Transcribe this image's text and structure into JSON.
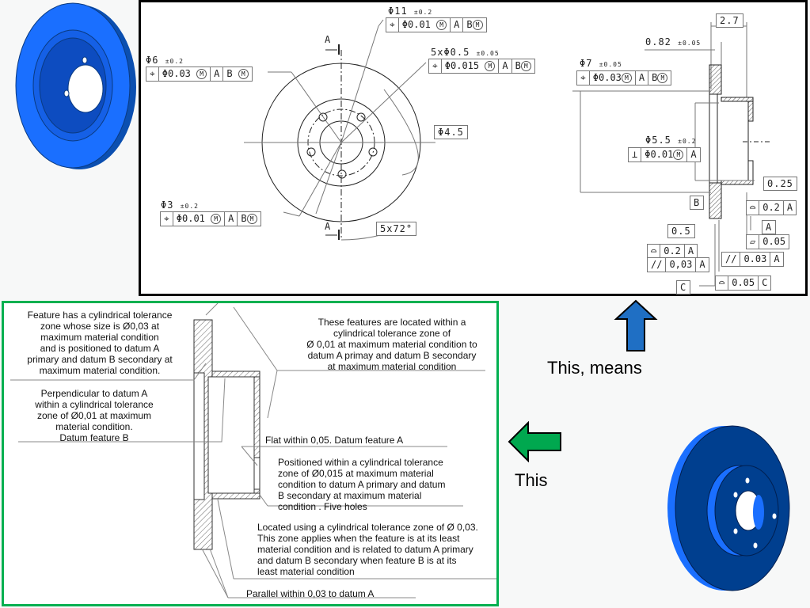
{
  "drawing": {
    "front_view": {
      "section_label_top": "A",
      "section_label_bottom": "A",
      "fcf_hole11": {
        "size": "Φ11",
        "tol": "±0.2",
        "symbol": "⌖",
        "tolerance": "Φ0.01",
        "modifier": "M",
        "datums": [
          "A",
          "B"
        ],
        "datum_b_modifier": "M"
      },
      "fcf_hole6": {
        "size": "Φ6",
        "tol": "±0.2",
        "symbol": "⌖",
        "tolerance": "Φ0.03",
        "modifier": "M",
        "datums": [
          "A",
          "B"
        ],
        "datum_b_modifier": "M"
      },
      "fcf_five_holes": {
        "size": "5xΦ0.5",
        "tol": "±0.05",
        "symbol": "⌖",
        "tolerance": "Φ0.015",
        "modifier": "M",
        "datums": [
          "A",
          "B"
        ],
        "datum_b_modifier": "M"
      },
      "fcf_hole3": {
        "size": "Φ3",
        "tol": "±0.2",
        "symbol": "⌖",
        "tolerance": "Φ0.01",
        "modifier": "M",
        "datums": [
          "A",
          "B"
        ],
        "datum_b_modifier": "M"
      },
      "pcd": "Φ4.5",
      "angular": "5x72°"
    },
    "side_view": {
      "width": "2.7",
      "flange": "0.82",
      "flange_tol": "±0.05",
      "fcf_dia7": {
        "size": "Φ7",
        "tol": "±0.05",
        "symbol": "⌖",
        "tolerance": "Φ0.03",
        "modifier": "M",
        "datums": [
          "A",
          "B"
        ],
        "datum_b_modifier": "M"
      },
      "fcf_dia55": {
        "size": "Φ5.5",
        "tol": "±0.2",
        "symbol": "⊥",
        "tolerance": "Φ0.01",
        "modifier": "M",
        "datum": "A"
      },
      "datum_b": "B",
      "datum_a": "A",
      "datum_c": "C",
      "dim_025": "0.25",
      "dim_05": "0.5",
      "profile_02_right": {
        "symbol": "⌓",
        "value": "0.2",
        "datum": "A"
      },
      "flatness": {
        "symbol": "▱",
        "value": "0.05"
      },
      "profile_02_left": {
        "symbol": "⌓",
        "value": "0.2",
        "datum": "A"
      },
      "parallel_left": {
        "symbol": "//",
        "value": "0,03",
        "datum": "A"
      },
      "parallel_mid": {
        "symbol": "//",
        "value": "0.03",
        "datum": "A"
      },
      "profile_005": {
        "symbol": "⌓",
        "value": "0.05",
        "datum": "C"
      }
    }
  },
  "explanation": {
    "notes": {
      "n1": [
        "Feature has a cylindrical tolerance",
        "zone whose size is Ø0,03 at",
        "maximum material condition",
        "and is positioned to datum A",
        "primary and datum B secondary at",
        "maximum material condition."
      ],
      "n2": [
        "Perpendicular to datum A",
        "within a cylindrical tolerance",
        "zone of Ø0,01 at maximum",
        "material condition.",
        "Datum feature B"
      ],
      "n3": [
        "These features are located within a",
        "cylindrical tolerance zone of",
        "Ø 0,01 at maximum material condition to",
        "datum A primay and datum B secondary",
        "at maximum material condition"
      ],
      "n4": "Flat within 0,05. Datum feature A",
      "n5": [
        "Positioned within a cylindrical tolerance",
        "zone of Ø0,015 at maximum material",
        "condition to datum A primary and datum",
        "B secondary at maximum material",
        "condition . Five holes"
      ],
      "n6": [
        "Located using a cylindrical tolerance zone of Ø 0,03.",
        "This zone applies when the feature is at its  least",
        "material condition and is related to datum A primary",
        "and  datum B secondary when feature B is at its",
        "least material condition"
      ],
      "n7": "Parallel within 0,03 to datum A"
    }
  },
  "captions": {
    "up": "This, means",
    "left": "This"
  },
  "colors": {
    "blue_arrow": "#1f6fc4",
    "green_arrow": "#00a84f",
    "green_border": "#00b050",
    "disc_light": "#1a6fff",
    "disc_dark": "#003f8f"
  }
}
